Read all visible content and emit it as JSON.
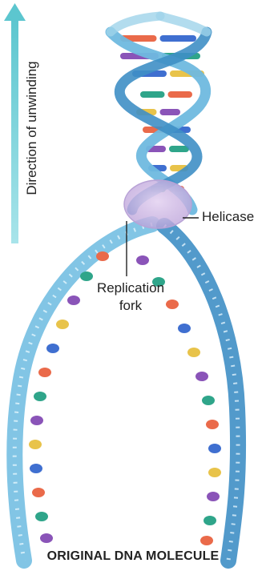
{
  "labels": {
    "direction": "Direction of unwinding",
    "helicase": "Helicase",
    "fork_line1": "Replication",
    "fork_line2": "fork",
    "caption": "ORIGINAL DNA MOLECULE"
  },
  "colors": {
    "arrow": "#7fd3db",
    "backbone": "#6fb9df",
    "backbone_dark": "#3f8fc5",
    "helicase": "#cdb5e4",
    "base_red": "#ea6a4a",
    "base_purple": "#8a54b8",
    "base_blue": "#3f6fd0",
    "base_green": "#2fa58a",
    "base_yellow": "#e8c34a"
  },
  "icons": [
    "up-arrow-icon",
    "dna-helix-icon",
    "helicase-enzyme-icon"
  ]
}
